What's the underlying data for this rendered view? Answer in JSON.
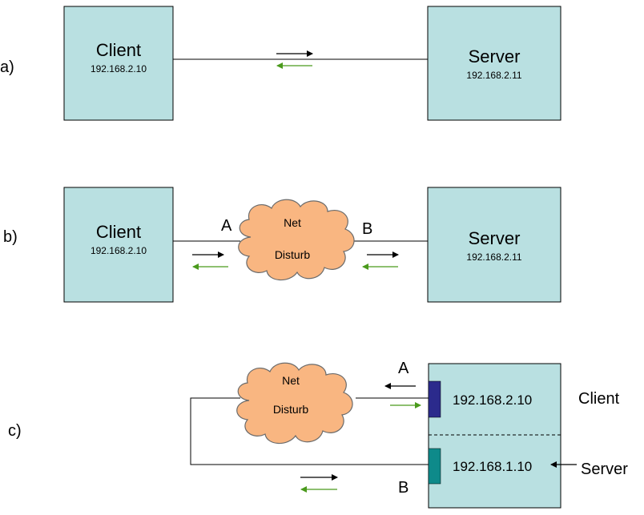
{
  "panel_a": {
    "label": "a)",
    "client": {
      "title": "Client",
      "ip": "192.168.2.10"
    },
    "server": {
      "title": "Server",
      "ip": "192.168.2.11"
    }
  },
  "panel_b": {
    "label": "b)",
    "client": {
      "title": "Client",
      "ip": "192.168.2.10"
    },
    "server": {
      "title": "Server",
      "ip": "192.168.2.11"
    },
    "cloud": {
      "line1": "Net",
      "line2": "Disturb"
    },
    "point_a": "A",
    "point_b": "B"
  },
  "panel_c": {
    "label": "c)",
    "cloud": {
      "line1": "Net",
      "line2": "Disturb"
    },
    "point_a": "A",
    "point_b": "B",
    "iface_top_ip": "192.168.2.10",
    "iface_bottom_ip": "192.168.1.10",
    "client_label": "Client",
    "server_label": "Server"
  },
  "colors": {
    "box_fill": "#b9e0e1",
    "cloud_fill": "#f9b681",
    "arrow_return": "#4a9a1c",
    "iface_top": "#2b2a8c",
    "iface_bottom": "#0e8a8a"
  }
}
